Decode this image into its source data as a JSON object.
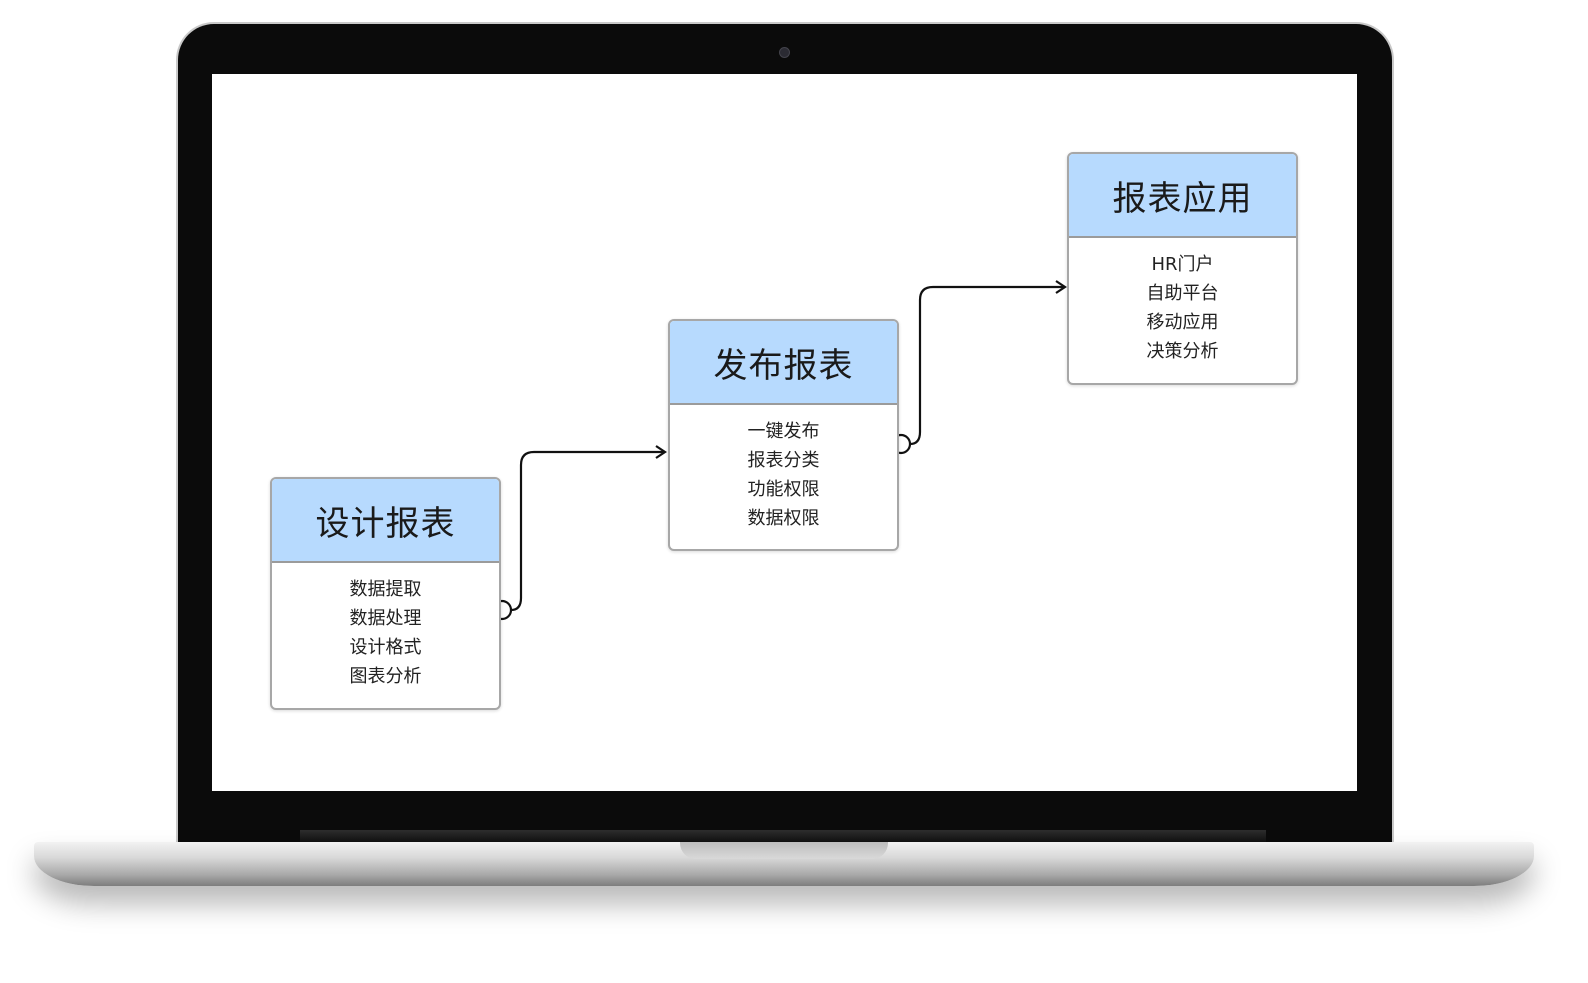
{
  "diagram": {
    "nodes": [
      {
        "id": "design",
        "title": "设计报表",
        "items": [
          "数据提取",
          "数据处理",
          "设计格式",
          "图表分析"
        ]
      },
      {
        "id": "publish",
        "title": "发布报表",
        "items": [
          "一键发布",
          "报表分类",
          "功能权限",
          "数据权限"
        ]
      },
      {
        "id": "apply",
        "title": "报表应用",
        "items": [
          "HR门户",
          "自助平台",
          "移动应用",
          "决策分析"
        ]
      }
    ],
    "edges": [
      {
        "from": "design",
        "to": "publish"
      },
      {
        "from": "publish",
        "to": "apply"
      }
    ]
  }
}
